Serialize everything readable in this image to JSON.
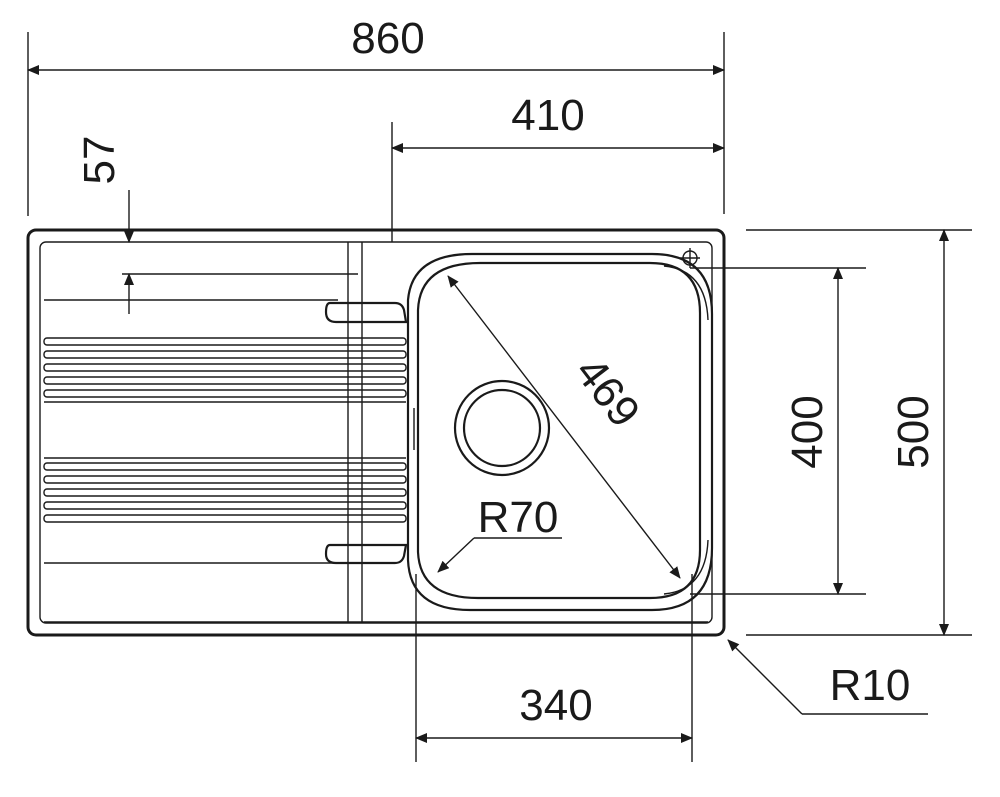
{
  "dimensions": {
    "overall_width": "860",
    "bowl_offset": "410",
    "drainer_inset": "57",
    "overall_depth": "500",
    "bowl_depth": "400",
    "bowl_width": "340",
    "bowl_diagonal": "469",
    "bowl_corner_radius": "R70",
    "outer_corner_radius": "R10"
  },
  "colors": {
    "line": "#1a1a1a",
    "background": "#ffffff"
  }
}
